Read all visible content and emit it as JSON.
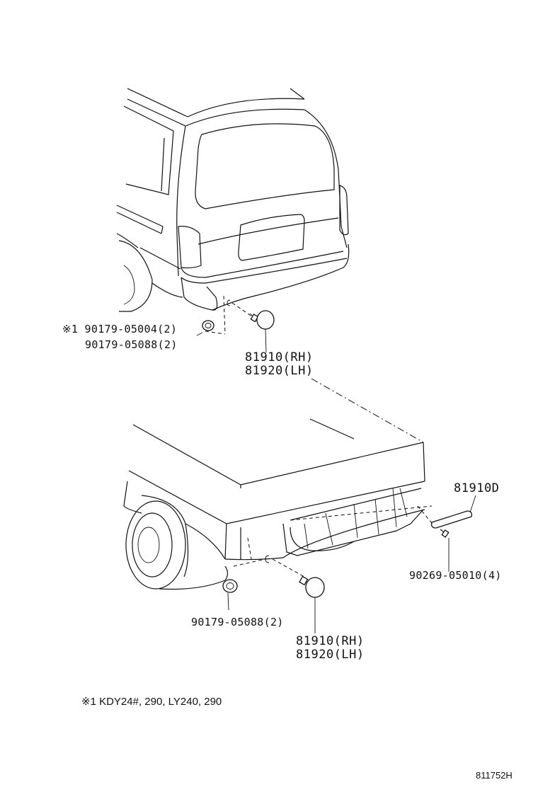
{
  "labels": {
    "top_clip_star": "※1 90179-05004(2)",
    "top_clip": "90179-05088(2)",
    "top_rh": "81910(RH)",
    "top_lh": "81920(LH)",
    "bottom_bracket": "81910D",
    "bottom_screw": "90269-05010(4)",
    "bottom_clip": "90179-05088(2)",
    "bottom_rh": "81910(RH)",
    "bottom_lh": "81920(LH)"
  },
  "footnote": "※1  KDY24#, 290, LY240, 290",
  "diagram_code": "811752H"
}
